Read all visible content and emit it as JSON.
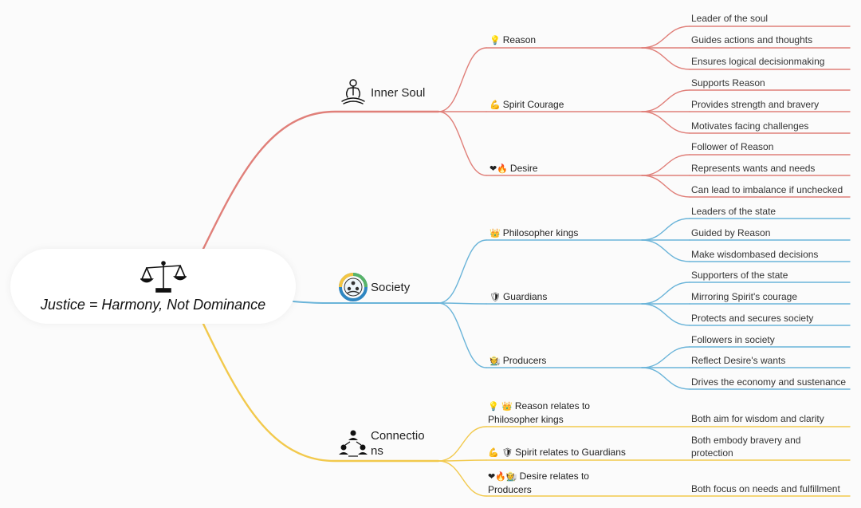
{
  "root": {
    "title": "Justice = Harmony, Not Dominance",
    "icon": "scales-icon"
  },
  "colors": {
    "inner_soul": "#e07f79",
    "society": "#6ab4d9",
    "connections": "#f2c94c"
  },
  "branches": [
    {
      "key": "inner_soul",
      "label": "Inner Soul",
      "icon": "meditation-icon",
      "children": [
        {
          "emoji": "💡",
          "label": "Reason",
          "leaves": [
            "Leader of the soul",
            "Guides actions and thoughts",
            "Ensures logical decisionmaking"
          ]
        },
        {
          "emoji": "💪",
          "label": "Spirit Courage",
          "leaves": [
            "Supports Reason",
            "Provides strength and bravery",
            "Motivates facing challenges"
          ]
        },
        {
          "emoji": "❤🔥",
          "label": "Desire",
          "leaves": [
            "Follower of Reason",
            "Represents wants and needs",
            "Can lead to imbalance if unchecked"
          ]
        }
      ]
    },
    {
      "key": "society",
      "label": "Society",
      "icon": "community-circle-icon",
      "children": [
        {
          "emoji": "👑",
          "label": "Philosopher kings",
          "leaves": [
            "Leaders of the state",
            "Guided by Reason",
            "Make wisdombased decisions"
          ]
        },
        {
          "emoji": "🛡",
          "label": "Guardians",
          "leaves": [
            "Supporters of the state",
            "Mirroring Spirit's courage",
            "Protects and secures society"
          ]
        },
        {
          "emoji": "🧑‍🌾",
          "label": "Producers",
          "leaves": [
            "Followers in society",
            "Reflect Desire's wants",
            "Drives the economy and sustenance"
          ]
        }
      ]
    },
    {
      "key": "connections",
      "label_line1": "Connectio",
      "label_line2": "ns",
      "icon": "people-network-icon",
      "children": [
        {
          "emoji": "💡 👑",
          "line1": "Reason relates to",
          "line2": "Philosopher kings",
          "leaf": "Both aim for wisdom and clarity"
        },
        {
          "emoji": "💪 🛡",
          "line1": "Spirit relates to Guardians",
          "line2": "",
          "leaf_line1": "Both embody bravery and",
          "leaf_line2": "protection"
        },
        {
          "emoji": "❤🔥🧑‍🌾",
          "line1": "Desire relates to",
          "line2": "Producers",
          "leaf": "Both focus on needs and fulfillment"
        }
      ]
    }
  ]
}
